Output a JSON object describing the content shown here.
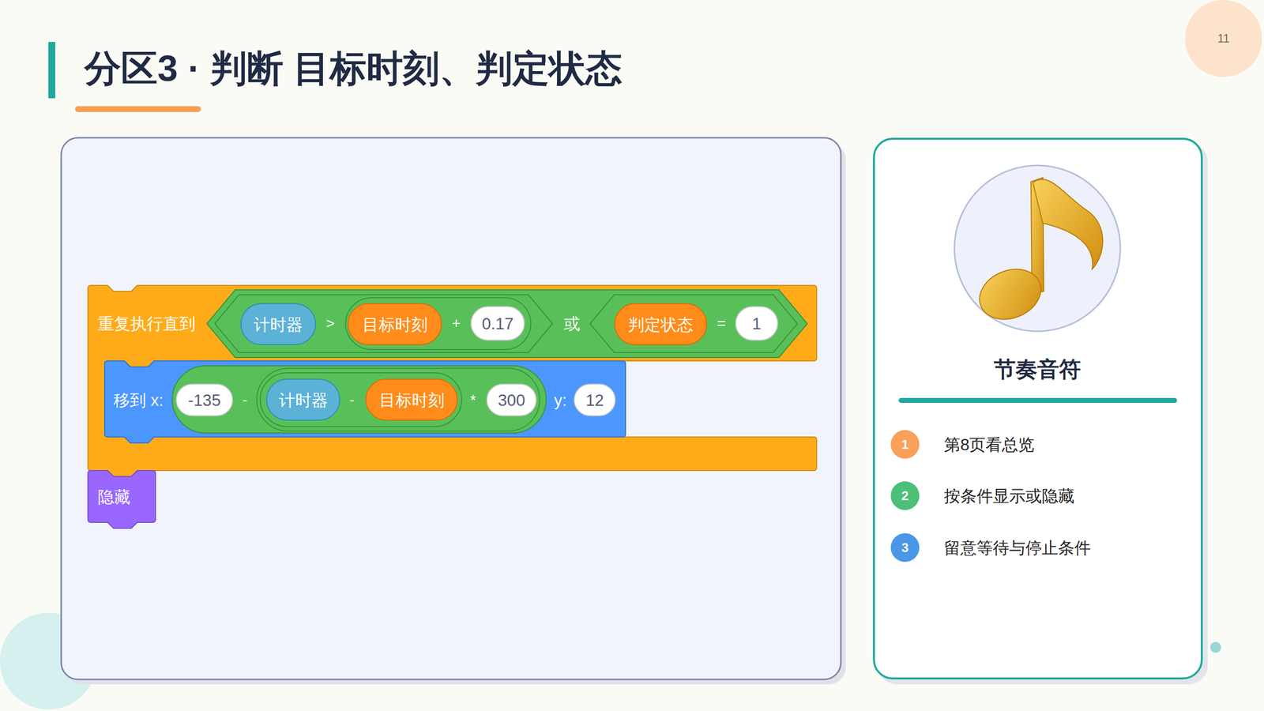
{
  "diagram": {
    "title": "分区3 · 判断 目标时刻、判定状态",
    "nodes": [
      {
        "text": [
          "11"
        ]
      },
      {
        "text": [
          "重复执行直到"
        ]
      },
      {
        "text": [
          "或"
        ],
        "in": 1
      },
      {
        "text": [
          ">"
        ],
        "in": 2
      },
      {
        "text": [
          "计时器"
        ],
        "in": 3
      },
      {
        "text": [
          "+"
        ],
        "in": 3
      },
      {
        "text": [
          "目标时刻"
        ],
        "in": 5
      },
      {
        "text": [
          "0.17"
        ],
        "in": 5
      },
      {
        "text": [
          "="
        ],
        "in": 2
      },
      {
        "text": [
          "判定状态"
        ],
        "in": 8
      },
      {
        "text": [
          "1"
        ],
        "in": 8
      },
      {
        "text": [
          "移到 x:",
          "y:"
        ],
        "in": 1
      },
      {
        "text": [
          "-"
        ],
        "in": 11
      },
      {
        "text": [
          "-135"
        ],
        "in": 12
      },
      {
        "text": [
          "*"
        ],
        "in": 12
      },
      {
        "text": [
          "-"
        ],
        "in": 14
      },
      {
        "text": [
          "计时器"
        ],
        "in": 15
      },
      {
        "text": [
          "目标时刻"
        ],
        "in": 15
      },
      {
        "text": [
          "300"
        ],
        "in": 14
      },
      {
        "text": [
          "12"
        ],
        "in": 11
      },
      {
        "text": [
          "隐藏"
        ]
      },
      {
        "text": [
          "节奏音符"
        ]
      },
      {
        "text": [
          "1"
        ],
        "in": 21
      },
      {
        "text": [
          "2"
        ],
        "in": 21
      },
      {
        "text": [
          "3"
        ],
        "in": 21
      }
    ],
    "labels": [
      "第8页看总览",
      "按条件显示或隐藏",
      "留意等待与停止条件"
    ]
  }
}
